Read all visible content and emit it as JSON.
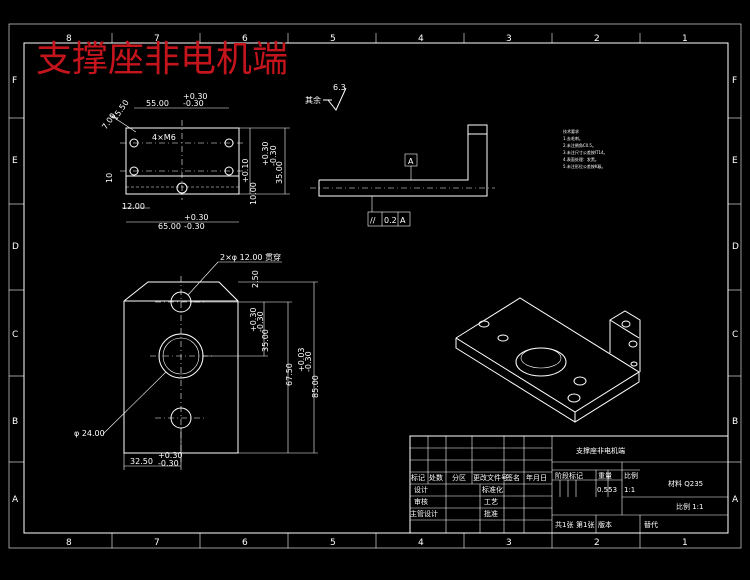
{
  "title": "支撑座非电机端",
  "zones_top": [
    "8",
    "7",
    "6",
    "5",
    "4",
    "3",
    "2",
    "1"
  ],
  "zones_bottom": [
    "8",
    "7",
    "6",
    "5",
    "4",
    "3",
    "2",
    "1"
  ],
  "zones_left": [
    "F",
    "E",
    "D",
    "C",
    "B",
    "A"
  ],
  "zones_right": [
    "F",
    "E",
    "D",
    "C",
    "B",
    "A"
  ],
  "dims": {
    "tol_plus_030": "+0.30",
    "tol_plus_010": "+0.10",
    "tol_plus_003": "+0.03",
    "tol_minus_030": "-0.30",
    "d55": "55.00",
    "d65": "65.00",
    "holes_4": "4×M6",
    "d10_left": "10",
    "d12": "12.00",
    "d35_e": "35.00",
    "d10_e": "10.00",
    "d7": "7.00",
    "d1550": "15.50",
    "hole_spec": "2×φ 12.00 贯穿",
    "d250": "2.50",
    "d35_c": "35.00",
    "d6750": "67.50",
    "d85": "85.00",
    "d24": "φ 24.00",
    "d3250": "32.50",
    "roughness": "6.3",
    "roughness_label": "其余",
    "datum": "A",
    "gdt_sym": "//",
    "gdt_val": "0.2",
    "gdt_ref": "A"
  },
  "notes": [
    "技术要求",
    "1.去毛刺。",
    "2.未注倒角C0.5。",
    "3.未注尺寸公差按IT14。",
    "4.表面处理：发黑。",
    "5.未注形位公差按K级。"
  ],
  "title_block": {
    "part_name": "支撑座非电机端",
    "material": "材料 Q235",
    "scale_label": "比例 1:1",
    "mass": "0.553",
    "scale_value": "1:1",
    "hdr_mark": "标记",
    "hdr_count": "处数",
    "hdr_zone": "分区",
    "hdr_doc": "更改文件号",
    "hdr_sign": "签名",
    "hdr_date": "年月日",
    "designer": "设计",
    "standard": "标准化",
    "checker": "审核",
    "process": "工艺",
    "approve": "批准",
    "chief": "主管设计",
    "stage": "阶段标记",
    "weight": "重量",
    "ratio": "比例",
    "sheets": "共1张",
    "sheet_no": "第1张",
    "version": "版本",
    "replace": "替代"
  }
}
